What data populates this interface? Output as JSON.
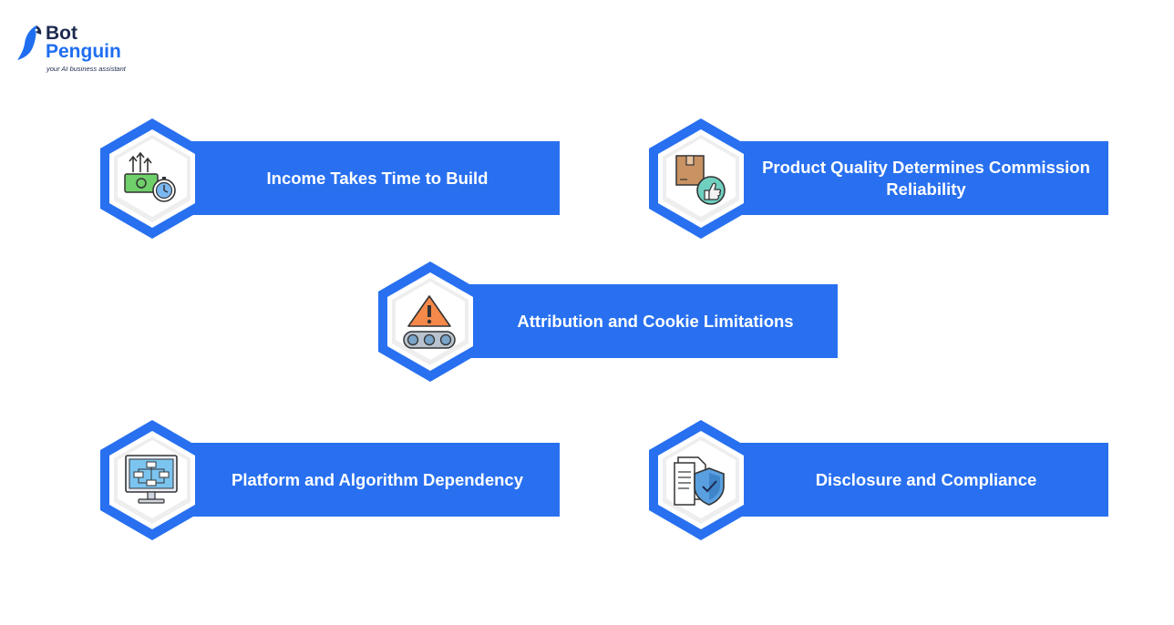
{
  "brand": {
    "name_line1": "Bot",
    "name_line2": "Penguin",
    "tagline": "your AI business assistant",
    "colors": {
      "primary": "#2870f0",
      "dark": "#1d2a4f"
    }
  },
  "items": [
    {
      "label": "Income Takes Time to Build",
      "icon": "money-stopwatch-icon"
    },
    {
      "label": "Product Quality Determines Commission Reliability",
      "icon": "box-thumbs-up-icon"
    },
    {
      "label": "Attribution and Cookie Limitations",
      "icon": "warning-conveyor-icon"
    },
    {
      "label": "Platform and Algorithm Dependency",
      "icon": "monitor-flowchart-icon"
    },
    {
      "label": "Disclosure and Compliance",
      "icon": "document-shield-icon"
    }
  ]
}
